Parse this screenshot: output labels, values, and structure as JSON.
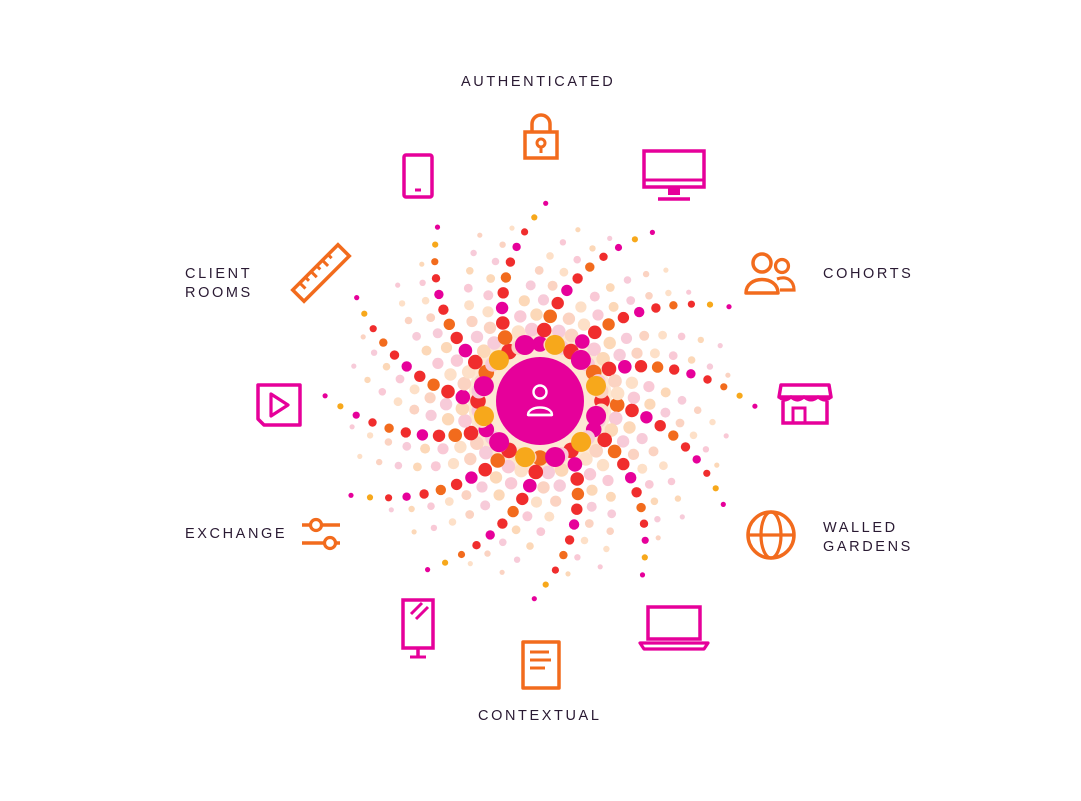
{
  "labels": {
    "authenticated": "AUTHENTICATED",
    "cohorts": "COHORTS",
    "client_rooms": [
      "CLIENT",
      "ROOMS"
    ],
    "exchange": "EXCHANGE",
    "walled_gardens": [
      "WALLED",
      "GARDENS"
    ],
    "contextual": "CONTEXTUAL"
  },
  "icons": {
    "top": "lock-icon",
    "top_right": "desktop-monitor-icon",
    "right_upper": "people-icon",
    "right": "storefront-icon",
    "right_lower": "globe-icon",
    "bottom_right": "laptop-icon",
    "bottom": "document-icon",
    "bottom_left": "digital-signage-icon",
    "left_lower": "sliders-icon",
    "left": "video-play-icon",
    "left_upper": "ruler-icon",
    "top_left": "smartphone-icon",
    "center": "user-icon"
  },
  "colors": {
    "magenta": "#e6009a",
    "orange": "#f26b1d",
    "red": "#f02d2d",
    "amber": "#f7a81b",
    "text": "#2a1a33"
  }
}
